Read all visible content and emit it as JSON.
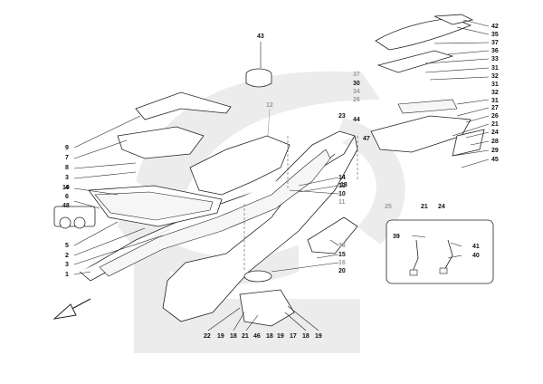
{
  "diagram": {
    "watermark_color": "#e9e9e9",
    "line_color": "#222222",
    "callouts_left": [
      "9",
      "7",
      "8",
      "3",
      "4",
      "10",
      "6",
      "48",
      "5",
      "2",
      "3",
      "1"
    ],
    "callouts_top": [
      "43",
      "12",
      "13"
    ],
    "callouts_right_top": [
      "42",
      "35",
      "37",
      "36",
      "33",
      "31",
      "32",
      "31",
      "32",
      "31",
      "27",
      "26",
      "21",
      "24",
      "28",
      "29",
      "45"
    ],
    "callouts_mid_right": [
      "37",
      "30",
      "34",
      "26",
      "44",
      "47",
      "23",
      "14",
      "13",
      "10",
      "11",
      "25",
      "21",
      "24"
    ],
    "callouts_inset": [
      "39",
      "41",
      "40"
    ],
    "callouts_lower": [
      "38",
      "15",
      "16",
      "20"
    ],
    "callouts_bottom": [
      "22",
      "19",
      "18",
      "21",
      "46",
      "18",
      "19",
      "17",
      "18",
      "19"
    ],
    "arrow_label": ""
  }
}
